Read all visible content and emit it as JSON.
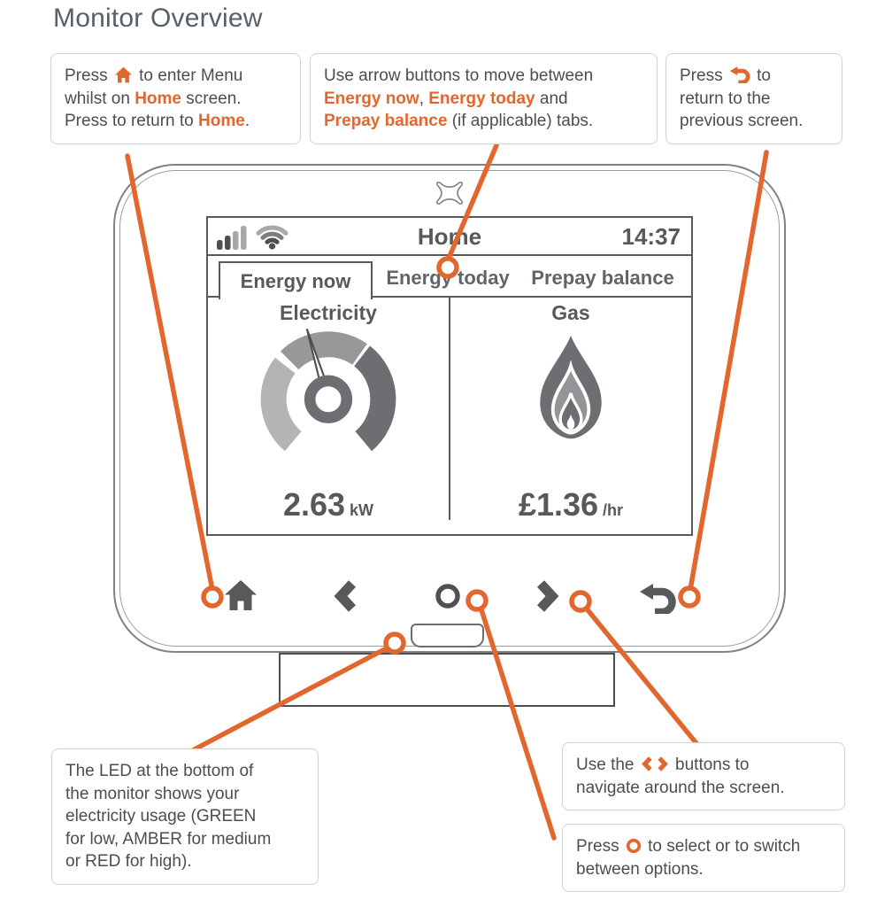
{
  "page": {
    "title": "Monitor Overview"
  },
  "colors": {
    "accent": "#e2672e",
    "device_dark": "#58595b",
    "callout_text": "#4d4d4d",
    "gauge_light": "#b4b4b6",
    "gauge_mid": "#97989a",
    "gauge_dark": "#6d6e71"
  },
  "callouts": {
    "press_home": {
      "l1a": "Press ",
      "l1_icon": "home-icon",
      "l1b": " to enter Menu",
      "l2a": "whilst on ",
      "l2b": "Home",
      "l2c": " screen.",
      "l3a": "Press to return to ",
      "l3b": "Home",
      "l3c": "."
    },
    "arrows": {
      "l1": "Use arrow buttons to move between",
      "l2a": "Energy now",
      "l2b": ", ",
      "l2c": "Energy today",
      "l2d": " and",
      "l3a": "Prepay balance",
      "l3b": " (if applicable) tabs."
    },
    "back": {
      "l1a": "Press ",
      "l1_icon": "undo-icon",
      "l1b": " to",
      "l2": "return to the",
      "l3": "previous screen."
    },
    "led": {
      "l1": "The LED at the bottom of",
      "l2": "the monitor shows your",
      "l3": "electricity usage (GREEN",
      "l4": "for low, AMBER for medium",
      "l5": "or RED for high)."
    },
    "navigate": {
      "l1a": "Use the ",
      "l1_icons": "chevron-left-icon chevron-right-icon",
      "l1b": " buttons to",
      "l2": "navigate around the screen."
    },
    "select": {
      "l1a": "Press ",
      "l1_icon": "circle-o-icon",
      "l1b": " to select or to switch",
      "l2": "between options."
    }
  },
  "device": {
    "status_bar": {
      "title": "Home",
      "time": "14:37",
      "signal_icon": "signal-bars-icon",
      "wifi_icon": "wifi-icon"
    },
    "tabs": [
      {
        "label": "Energy now",
        "active": true
      },
      {
        "label": "Energy today",
        "active": false
      },
      {
        "label": "Prepay balance",
        "active": false
      }
    ],
    "electricity": {
      "label": "Electricity",
      "value": "2.63",
      "unit": "kW",
      "gauge_needle": "points up-left into mid segment"
    },
    "gas": {
      "label": "Gas",
      "value": "£1.36",
      "unit": "/hr"
    },
    "buttons": [
      "home",
      "left",
      "select",
      "right",
      "back"
    ]
  }
}
